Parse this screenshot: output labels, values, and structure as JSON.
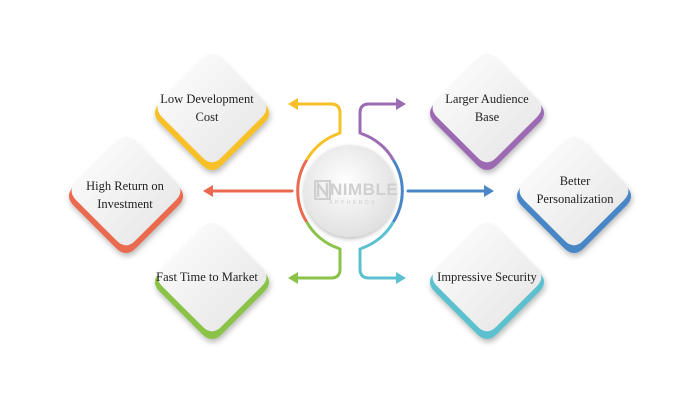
{
  "colors": {
    "yellow": "#f6c026",
    "purple": "#9b6bb3",
    "red": "#e96a4f",
    "blue": "#4a86c5",
    "green": "#8bc34a",
    "teal": "#5bc0cf",
    "diamond_face": "#f2f2f2"
  },
  "center_logo": {
    "icon": "nimble-logo",
    "name": "NIMBLE",
    "sub": "APPHERDS"
  },
  "benefits": [
    {
      "id": "low-cost",
      "label_lines": [
        "Low Development",
        "Cost"
      ],
      "color": "yellow"
    },
    {
      "id": "audience",
      "label_lines": [
        "Larger Audience",
        "Base"
      ],
      "color": "purple"
    },
    {
      "id": "roi",
      "label_lines": [
        "High Return on",
        "Investment"
      ],
      "color": "red"
    },
    {
      "id": "personalization",
      "label_lines": [
        "Better",
        "Personalization"
      ],
      "color": "blue"
    },
    {
      "id": "time-to-market",
      "label_lines": [
        "Fast Time to Market"
      ],
      "color": "green"
    },
    {
      "id": "security",
      "label_lines": [
        "Impressive Security"
      ],
      "color": "teal"
    }
  ]
}
